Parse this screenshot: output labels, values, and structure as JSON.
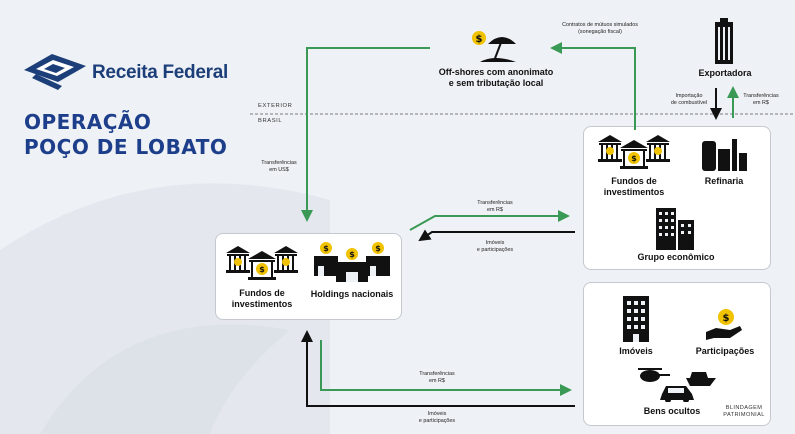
{
  "brand": {
    "name": "Receita Federal"
  },
  "title": {
    "line1": "OPERAÇÃO",
    "line2": "POÇO DE LOBATO"
  },
  "zones": {
    "exterior": "EXTERIOR",
    "brasil": "BRASIL"
  },
  "nodes": {
    "offshores": {
      "line1": "Off-shores com anonimato",
      "line2": "e sem tributação local"
    },
    "exportadora": "Exportadora",
    "fundos_top": {
      "line1": "Fundos de",
      "line2": "investimentos"
    },
    "refinaria": "Refinaria",
    "grupo": "Grupo econômico",
    "fundos_left": {
      "line1": "Fundos de",
      "line2": "investimentos"
    },
    "holdings": "Holdings nacionais",
    "imoveis": "Imóveis",
    "participacoes": "Participações",
    "bens": "Bens ocultos",
    "blindagem": {
      "line1": "BLINDAGEM",
      "line2": "PATRIMONIAL"
    }
  },
  "flows": {
    "contratos": {
      "line1": "Contratos de mútuos simulados",
      "line2": "(sonegação fiscal)"
    },
    "importacao": {
      "line1": "Importação",
      "line2": "de combustível"
    },
    "transf_rs_export": {
      "line1": "Transferências",
      "line2": "em R$"
    },
    "transf_usd": {
      "line1": "Transferências",
      "line2": "em US$"
    },
    "transf_rs_mid": {
      "line1": "Transferências",
      "line2": "em R$"
    },
    "imoveis_mid": {
      "line1": "Imóveis",
      "line2": "e participações"
    },
    "transf_rs_bottom": {
      "line1": "Transferências",
      "line2": "em R$"
    },
    "imoveis_bottom": {
      "line1": "Imóveis",
      "line2": "e participações"
    }
  },
  "colors": {
    "green_arrow": "#3a9a55",
    "dark_arrow": "#111111",
    "brand_blue": "#1d3e8a",
    "gold": "#f0c200"
  }
}
